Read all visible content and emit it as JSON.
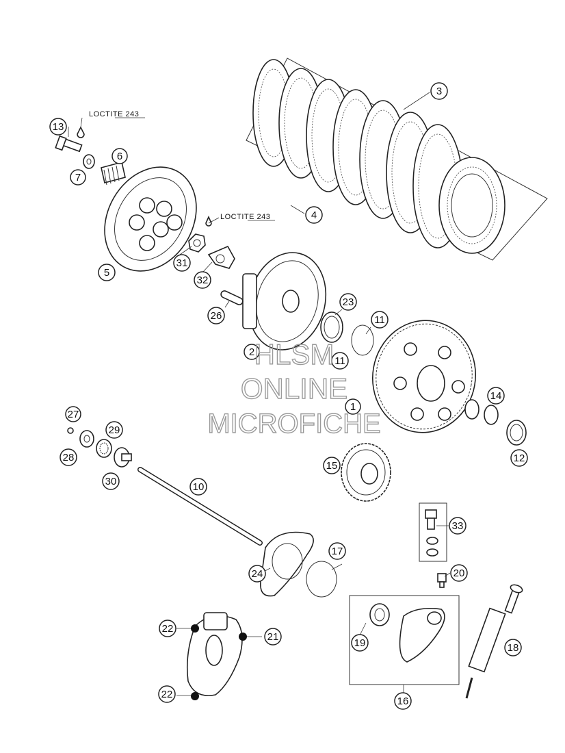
{
  "callouts": [
    {
      "id": "c1",
      "label": "1"
    },
    {
      "id": "c3",
      "label": "3"
    },
    {
      "id": "c4",
      "label": "4"
    },
    {
      "id": "c5",
      "label": "5"
    },
    {
      "id": "c6",
      "label": "6"
    },
    {
      "id": "c7",
      "label": "7"
    },
    {
      "id": "c10",
      "label": "10"
    },
    {
      "id": "c11a",
      "label": "11"
    },
    {
      "id": "c11b",
      "label": "11"
    },
    {
      "id": "c12",
      "label": "12"
    },
    {
      "id": "c13",
      "label": "13"
    },
    {
      "id": "c14",
      "label": "14"
    },
    {
      "id": "c15",
      "label": "15"
    },
    {
      "id": "c16",
      "label": "16"
    },
    {
      "id": "c17",
      "label": "17"
    },
    {
      "id": "c18",
      "label": "18"
    },
    {
      "id": "c19",
      "label": "19"
    },
    {
      "id": "c20",
      "label": "20"
    },
    {
      "id": "c21",
      "label": "21"
    },
    {
      "id": "c22a",
      "label": "22"
    },
    {
      "id": "c22b",
      "label": "22"
    },
    {
      "id": "c23",
      "label": "23"
    },
    {
      "id": "c24",
      "label": "24"
    },
    {
      "id": "c26",
      "label": "26"
    },
    {
      "id": "c27",
      "label": "27"
    },
    {
      "id": "c28",
      "label": "28"
    },
    {
      "id": "c29",
      "label": "29"
    },
    {
      "id": "c30",
      "label": "30"
    },
    {
      "id": "c31",
      "label": "31"
    },
    {
      "id": "c32",
      "label": "32"
    },
    {
      "id": "c33",
      "label": "33"
    },
    {
      "id": "c2",
      "label": "2"
    }
  ],
  "notes": {
    "loctite_1": "LOCTITE 243",
    "loctite_2": "LOCTITE 243"
  },
  "watermark": {
    "line1": "HLSM",
    "line2": "ONLINE",
    "line3": "MICROFICHE"
  }
}
